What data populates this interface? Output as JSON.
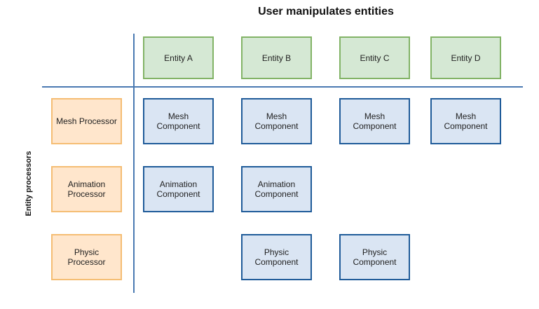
{
  "diagram": {
    "title": "User manipulates entities",
    "vertical_label": "Entity processors",
    "colors": {
      "entity_fill": "#d5e8d4",
      "entity_border": "#82b366",
      "processor_fill": "#ffe6cc",
      "processor_border": "#f5bd73",
      "component_fill": "#dae5f3",
      "component_border": "#1f5b99",
      "axis": "#4a7ab2"
    },
    "entities": [
      "Entity A",
      "Entity B",
      "Entity C",
      "Entity D"
    ],
    "processors": [
      "Mesh Processor",
      "Animation\nProcessor",
      "Physic\nProcessor"
    ],
    "components": {
      "mesh": [
        "Mesh\nComponent",
        "Mesh\nComponent",
        "Mesh\nComponent",
        "Mesh\nComponent"
      ],
      "animation": [
        "Animation\nComponent",
        "Animation\nComponent"
      ],
      "physic": [
        "Physic\nComponent",
        "Physic\nComponent"
      ]
    }
  }
}
